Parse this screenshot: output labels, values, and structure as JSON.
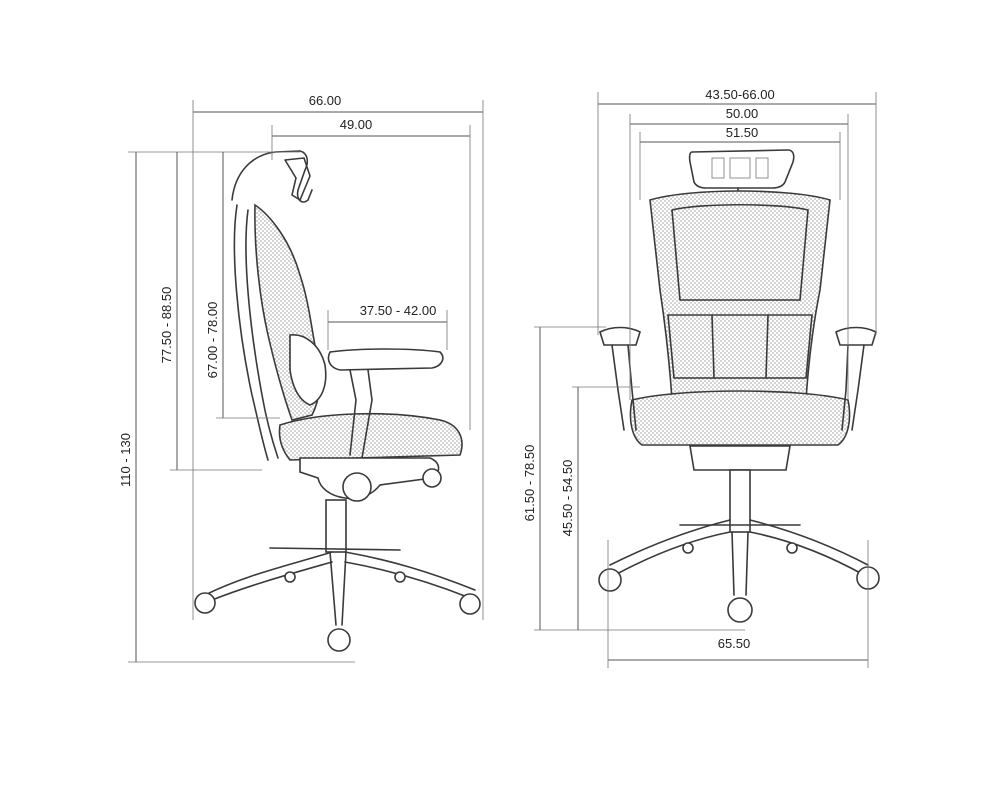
{
  "side_view": {
    "overall_width": "66.00",
    "seat_depth": "49.00",
    "armrest_depth": "37.50 - 42.00",
    "overall_height": "110 - 130",
    "back_height": "77.50 - 88.50",
    "backrest_height": "67.00 - 78.00"
  },
  "front_view": {
    "armrest_span": "43.50-66.00",
    "back_width": "50.00",
    "seat_width": "51.50",
    "arm_height": "61.50 - 78.50",
    "seat_height": "45.50 - 54.50",
    "base_width": "65.50"
  },
  "colors": {
    "line": "#555555",
    "drawing": "#3a3a3a",
    "mesh_dot": "#9a9a9a"
  }
}
